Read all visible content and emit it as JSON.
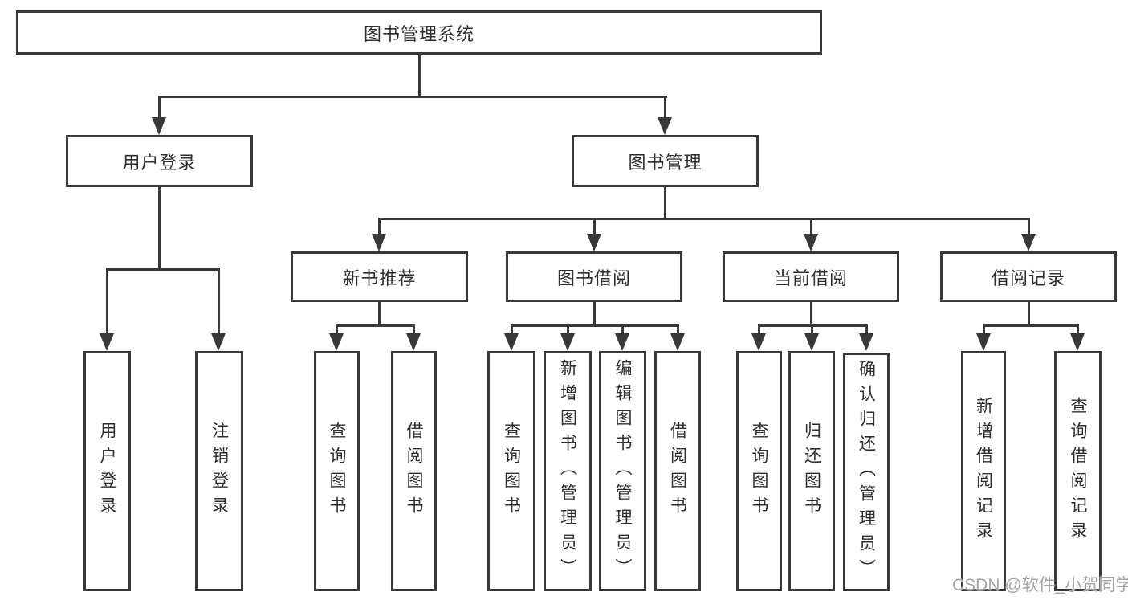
{
  "diagram": {
    "root": "图书管理系统",
    "level2": [
      "用户登录",
      "图书管理"
    ],
    "level3": [
      "新书推荐",
      "图书借阅",
      "当前借阅",
      "借阅记录"
    ],
    "leaves": {
      "user_login": [
        "用户登录",
        "注销登录"
      ],
      "new_book": [
        "查询图书",
        "借阅图书"
      ],
      "book_borrow": [
        "查询图书",
        "新增图书（管理员）",
        "编辑图书（管理员）",
        "借阅图书"
      ],
      "current_borrow": [
        "查询图书",
        "归还图书",
        "确认归还（管理员）"
      ],
      "borrow_records": [
        "新增借阅记录",
        "查询借阅记录"
      ]
    }
  },
  "watermark": {
    "text": "CSDN @软件_小贺同学"
  },
  "colors": {
    "line": "#383838",
    "text": "#2e2e2e",
    "watermark": "#a3a3a3",
    "background": "#ffffff"
  }
}
